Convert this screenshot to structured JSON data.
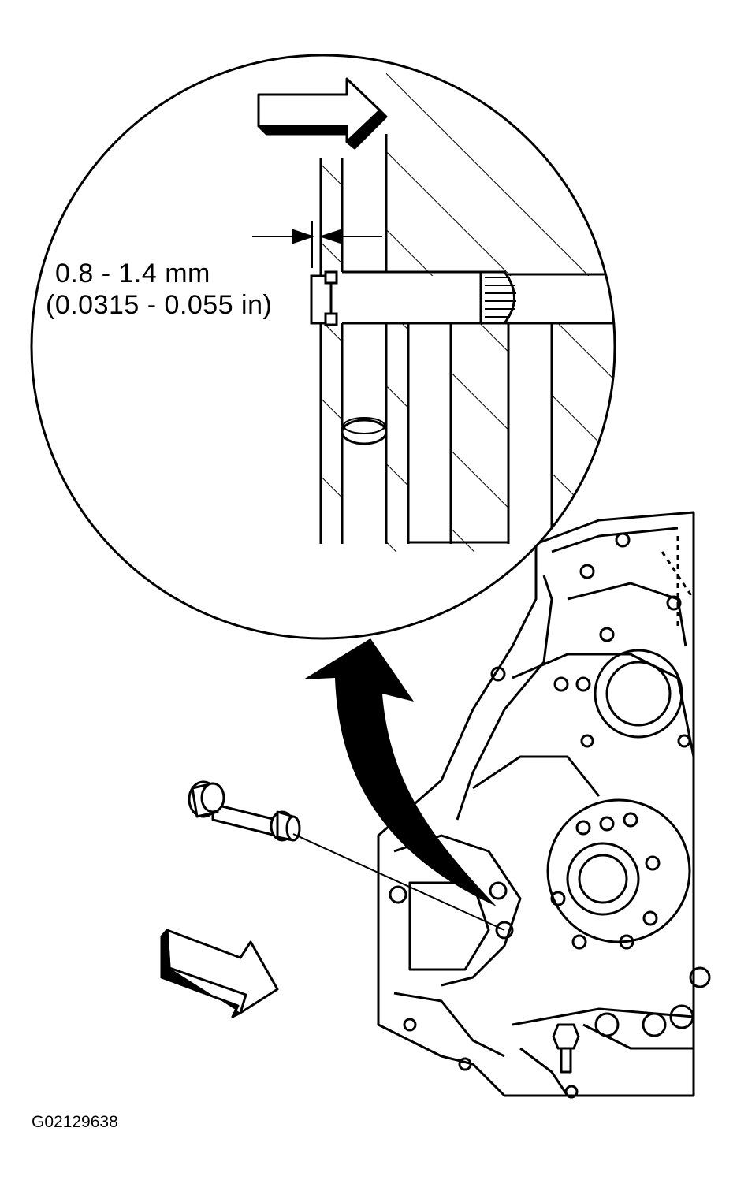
{
  "detail": {
    "dimension_metric": "0.8 - 1.4 mm",
    "dimension_imperial": "(0.0315 - 0.055 in)"
  },
  "figure_id": "G02129638",
  "icons": {
    "top_arrow": "hollow-block-arrow-right",
    "bottom_arrow": "hollow-block-arrow-down-right",
    "curved_arrow": "curved-arrow-up"
  },
  "colors": {
    "ink": "#000000",
    "paper": "#ffffff"
  }
}
